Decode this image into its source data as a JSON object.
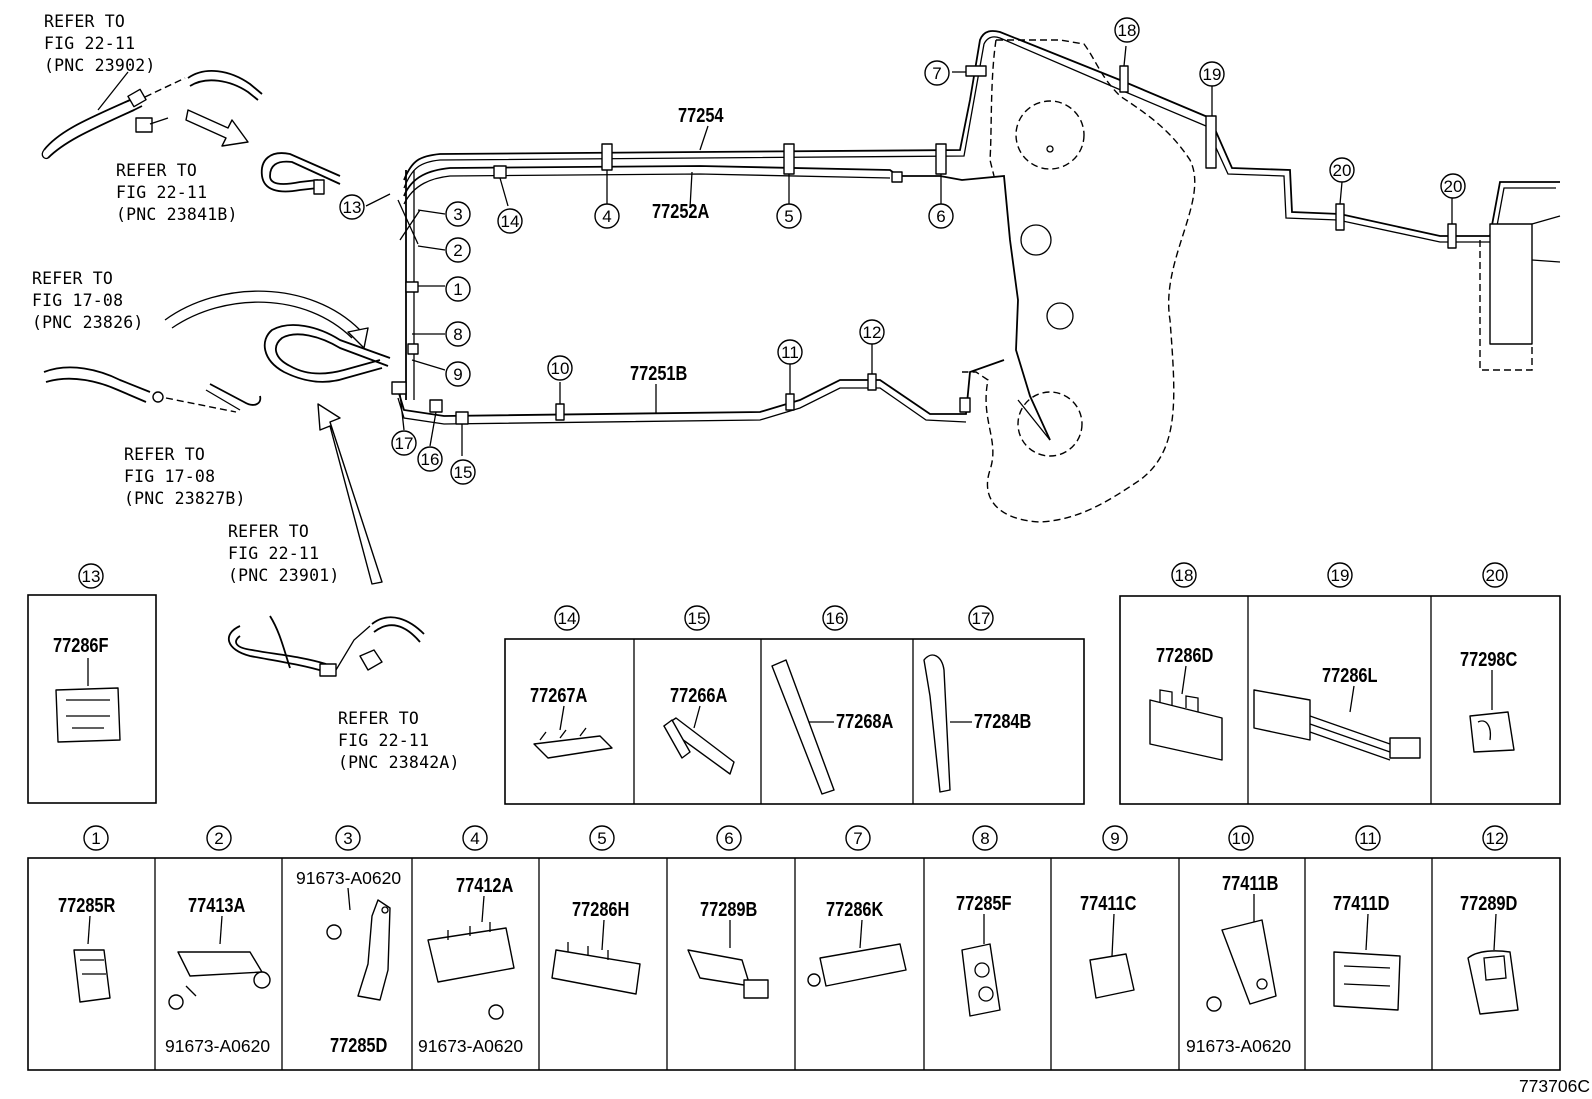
{
  "refs": {
    "r1": [
      "REFER TO",
      "FIG 22-11",
      "(PNC 23902)"
    ],
    "r2": [
      "REFER TO",
      "FIG 22-11",
      "(PNC 23841B)"
    ],
    "r3": [
      "REFER TO",
      "FIG 17-08",
      "(PNC 23826)"
    ],
    "r4": [
      "REFER TO",
      "FIG 17-08",
      "(PNC 23827B)"
    ],
    "r5": [
      "REFER TO",
      "FIG 22-11",
      "(PNC 23901)"
    ],
    "r6": [
      "REFER TO",
      "FIG 22-11",
      "(PNC 23842A)"
    ]
  },
  "lines": {
    "top": "77254",
    "mid": "77252A",
    "low": "77251B"
  },
  "callouts": [
    "1",
    "2",
    "3",
    "4",
    "5",
    "6",
    "7",
    "8",
    "9",
    "10",
    "11",
    "12",
    "13",
    "14",
    "15",
    "16",
    "17",
    "18",
    "19",
    "20"
  ],
  "parts": {
    "p13": {
      "callout": "13",
      "pn": "77286F"
    },
    "p14": {
      "callout": "14",
      "pn": "77267A"
    },
    "p15": {
      "callout": "15",
      "pn": "77266A"
    },
    "p16": {
      "callout": "16",
      "pn": "77268A"
    },
    "p17": {
      "callout": "17",
      "pn": "77284B"
    },
    "p18": {
      "callout": "18",
      "pn": "77286D"
    },
    "p19": {
      "callout": "19",
      "pn": "77286L"
    },
    "p20": {
      "callout": "20",
      "pn": "77298C"
    },
    "p1": {
      "callout": "1",
      "pn": "77285R"
    },
    "p2": {
      "callout": "2",
      "pn": "77413A",
      "bolt": "91673-A0620"
    },
    "p3": {
      "callout": "3",
      "pn": "77285D",
      "bolt": "91673-A0620"
    },
    "p4": {
      "callout": "4",
      "pn": "77412A",
      "bolt": "91673-A0620"
    },
    "p5": {
      "callout": "5",
      "pn": "77286H"
    },
    "p6": {
      "callout": "6",
      "pn": "77289B"
    },
    "p7": {
      "callout": "7",
      "pn": "77286K"
    },
    "p8": {
      "callout": "8",
      "pn": "77285F"
    },
    "p9": {
      "callout": "9",
      "pn": "77411C"
    },
    "p10": {
      "callout": "10",
      "pn": "77411B",
      "bolt": "91673-A0620"
    },
    "p11": {
      "callout": "11",
      "pn": "77411D"
    },
    "p12": {
      "callout": "12",
      "pn": "77289D"
    }
  },
  "figure_id": "773706C"
}
